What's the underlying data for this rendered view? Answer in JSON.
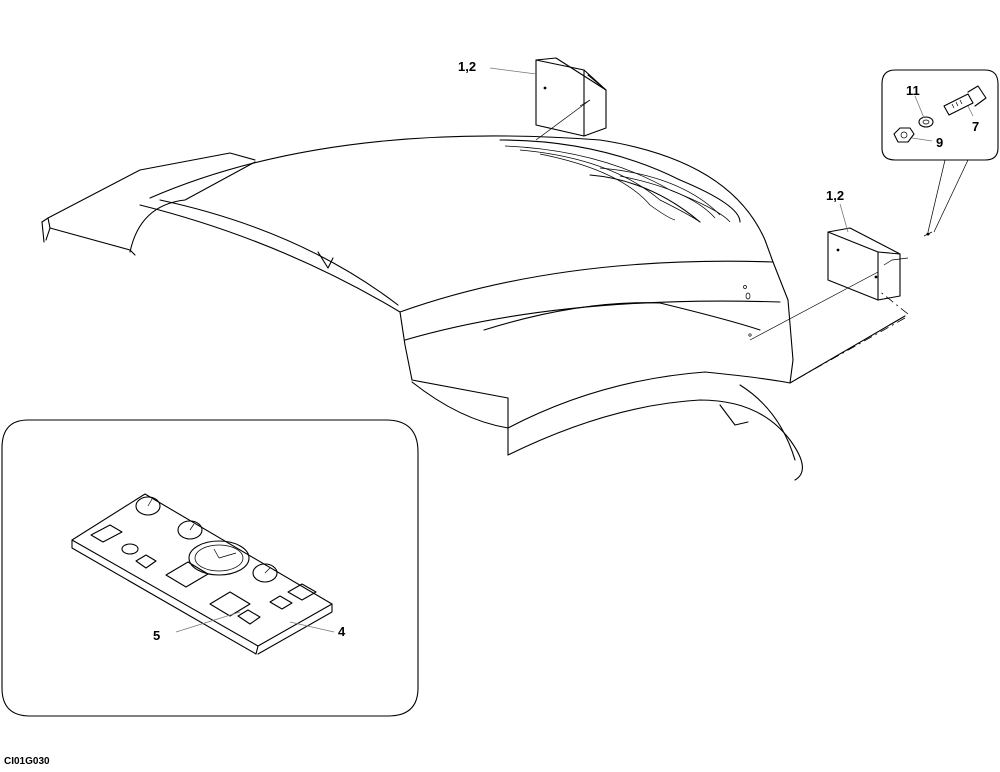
{
  "drawing_code": "CI01G030",
  "callouts": {
    "decal_top": "1,2",
    "decal_side": "1,2",
    "bolt": "7",
    "nut": "9",
    "washer": "11",
    "panel_decal": "4",
    "instrument_panel": "5"
  }
}
